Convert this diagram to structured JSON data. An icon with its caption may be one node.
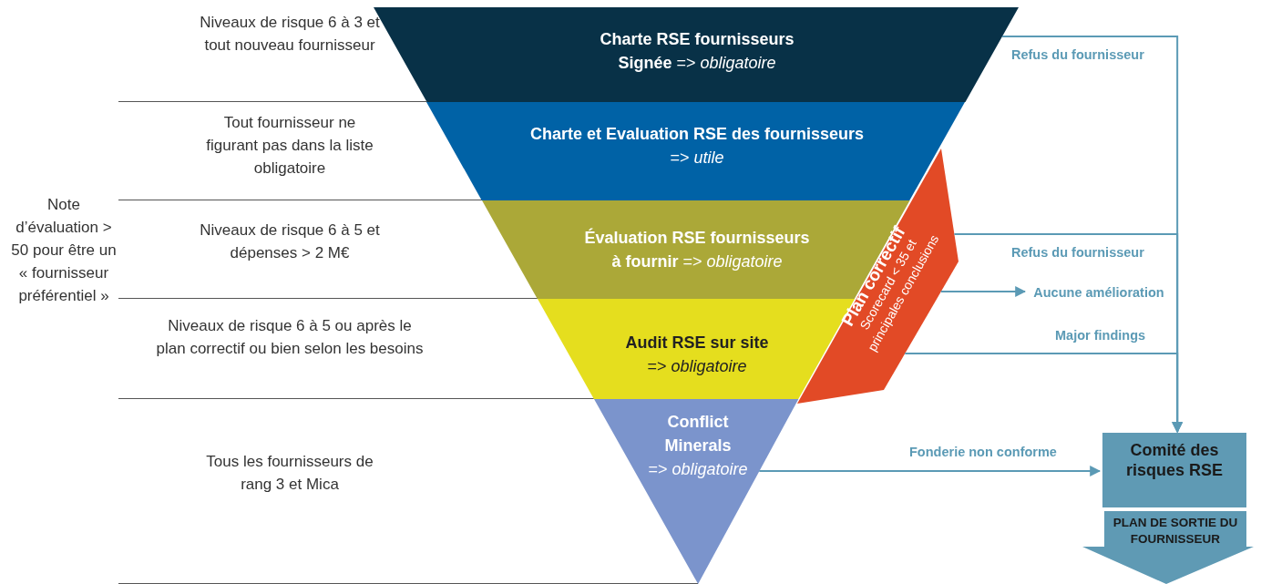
{
  "diagram": {
    "nodes": [
      {
        "text": [
          "Charte RSE fournisseurs",
          "**Signée** => *obligatoire*"
        ]
      },
      {
        "text": [
          "Charte et Evaluation RSE des fournisseurs",
          "=> *utile*"
        ]
      },
      {
        "text": [
          "Évaluation RSE fournisseurs",
          "**à fournir** => *obligatoire*"
        ]
      },
      {
        "text": [
          "Audit RSE sur site",
          "=> *obligatoire*"
        ]
      },
      {
        "text": [
          "Conflict Minerals",
          "=> *obligatoire*"
        ]
      },
      {
        "text": [
          "Plan correctif",
          "Scorecard < 35 et principales conclusions"
        ]
      },
      {
        "text": [
          "Aucune amélioration"
        ]
      },
      {
        "text": [
          "Comité des risques RSE"
        ]
      },
      {
        "text": [
          "PLAN DE SORTIE DU FOURNISSEUR"
        ]
      }
    ],
    "edges": [
      {
        "from": 0,
        "to": 7,
        "arrow": "to",
        "label": "Refus du fournisseur"
      },
      {
        "from": 5,
        "to": 7,
        "arrow": "to",
        "label": "Refus du fournisseur"
      },
      {
        "from": 5,
        "to": 6,
        "arrow": "to"
      },
      {
        "from": 5,
        "to": 7,
        "arrow": "to",
        "label": "Major findings"
      },
      {
        "from": 4,
        "to": 7,
        "arrow": "to",
        "label": "Fonderie non conforme"
      }
    ],
    "labels": [
      "Niveaux de risque 6 à 3 et tout nouveau fournisseur",
      "Tout fournisseur ne figurant pas dans la liste obligatoire",
      "Niveaux de risque 6 à 5 et dépenses > 2 M€",
      "Niveaux de risque 6 à 5 ou après le plan correctif ou bien selon les besoins",
      "Tous les fournisseurs de rang 3 et Mica",
      "Note d’évaluation > 50 pour être un « fournisseur préférentiel »"
    ]
  }
}
